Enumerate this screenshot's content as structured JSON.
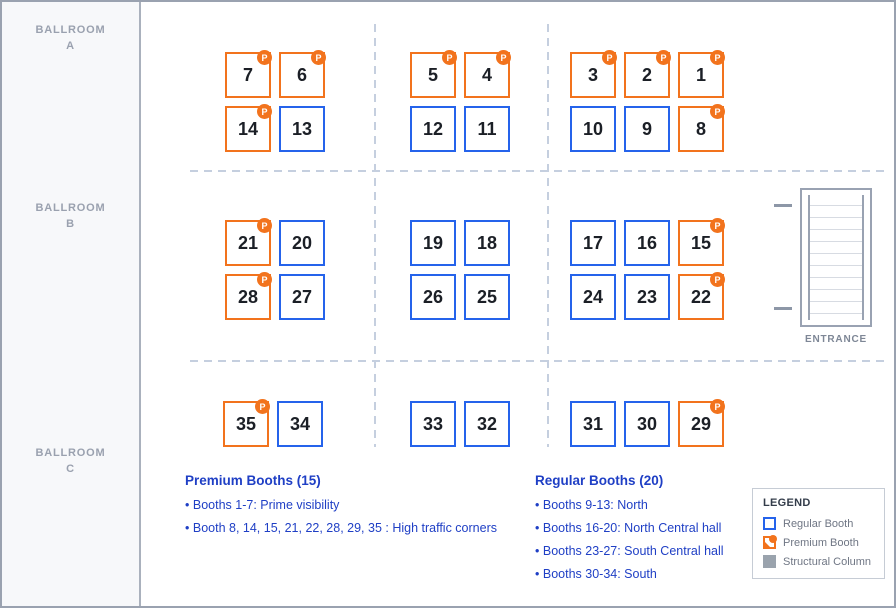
{
  "sidebar": {
    "rooms": [
      {
        "name": "BALLROOM",
        "letter": "A"
      },
      {
        "name": "BALLROOM",
        "letter": "B"
      },
      {
        "name": "BALLROOM",
        "letter": "C"
      }
    ]
  },
  "floor": {
    "badge_label": "P",
    "entrance_label": "ENTRANCE",
    "groups": [
      {
        "area": "north-west",
        "rows": [
          [
            {
              "n": "7",
              "premium": true
            },
            {
              "n": "6",
              "premium": true
            }
          ],
          [
            {
              "n": "14",
              "premium": true
            },
            {
              "n": "13",
              "premium": false
            }
          ]
        ]
      },
      {
        "area": "north-center",
        "rows": [
          [
            {
              "n": "5",
              "premium": true
            },
            {
              "n": "4",
              "premium": true
            }
          ],
          [
            {
              "n": "12",
              "premium": false
            },
            {
              "n": "11",
              "premium": false
            }
          ]
        ]
      },
      {
        "area": "north-east",
        "rows": [
          [
            {
              "n": "3",
              "premium": true
            },
            {
              "n": "2",
              "premium": true
            },
            {
              "n": "1",
              "premium": true
            }
          ],
          [
            {
              "n": "10",
              "premium": false
            },
            {
              "n": "9",
              "premium": false
            },
            {
              "n": "8",
              "premium": true
            }
          ]
        ]
      },
      {
        "area": "central-west",
        "rows": [
          [
            {
              "n": "21",
              "premium": true
            },
            {
              "n": "20",
              "premium": false
            }
          ],
          [
            {
              "n": "28",
              "premium": true
            },
            {
              "n": "27",
              "premium": false
            }
          ]
        ]
      },
      {
        "area": "central-center",
        "rows": [
          [
            {
              "n": "19",
              "premium": false
            },
            {
              "n": "18",
              "premium": false
            }
          ],
          [
            {
              "n": "26",
              "premium": false
            },
            {
              "n": "25",
              "premium": false
            }
          ]
        ]
      },
      {
        "area": "central-east",
        "rows": [
          [
            {
              "n": "17",
              "premium": false
            },
            {
              "n": "16",
              "premium": false
            },
            {
              "n": "15",
              "premium": true
            }
          ],
          [
            {
              "n": "24",
              "premium": false
            },
            {
              "n": "23",
              "premium": false
            },
            {
              "n": "22",
              "premium": true
            }
          ]
        ]
      },
      {
        "area": "south-west",
        "rows": [
          [
            {
              "n": "35",
              "premium": true
            },
            {
              "n": "34",
              "premium": false
            }
          ]
        ]
      },
      {
        "area": "south-center",
        "rows": [
          [
            {
              "n": "33",
              "premium": false
            },
            {
              "n": "32",
              "premium": false
            }
          ]
        ]
      },
      {
        "area": "south-east",
        "rows": [
          [
            {
              "n": "31",
              "premium": false
            },
            {
              "n": "30",
              "premium": false
            },
            {
              "n": "29",
              "premium": true
            }
          ]
        ]
      }
    ]
  },
  "notes": {
    "premium": {
      "title": "Premium Booths (15)",
      "items": [
        "Booths 1-7: Prime visibility",
        "Booth 8, 14, 15, 21, 22, 28, 29, 35 : High traffic corners"
      ]
    },
    "regular": {
      "title": "Regular Booths (20)",
      "items": [
        "Booths 9-13: North",
        "Booths 16-20: North Central hall",
        "Booths 23-27: South Central hall",
        "Booths 30-34: South"
      ]
    }
  },
  "legend": {
    "title": "LEGEND",
    "items": [
      {
        "label": "Regular Booth"
      },
      {
        "label": "Premium Booth"
      },
      {
        "label": "Structural Column"
      }
    ]
  },
  "colors": {
    "premium_orange": "#f2731d",
    "regular_blue": "#2563eb",
    "note_text_blue": "#1f3fc5",
    "structural_gray": "#9aa3ad",
    "divider_dash": "#c5cfdf"
  }
}
